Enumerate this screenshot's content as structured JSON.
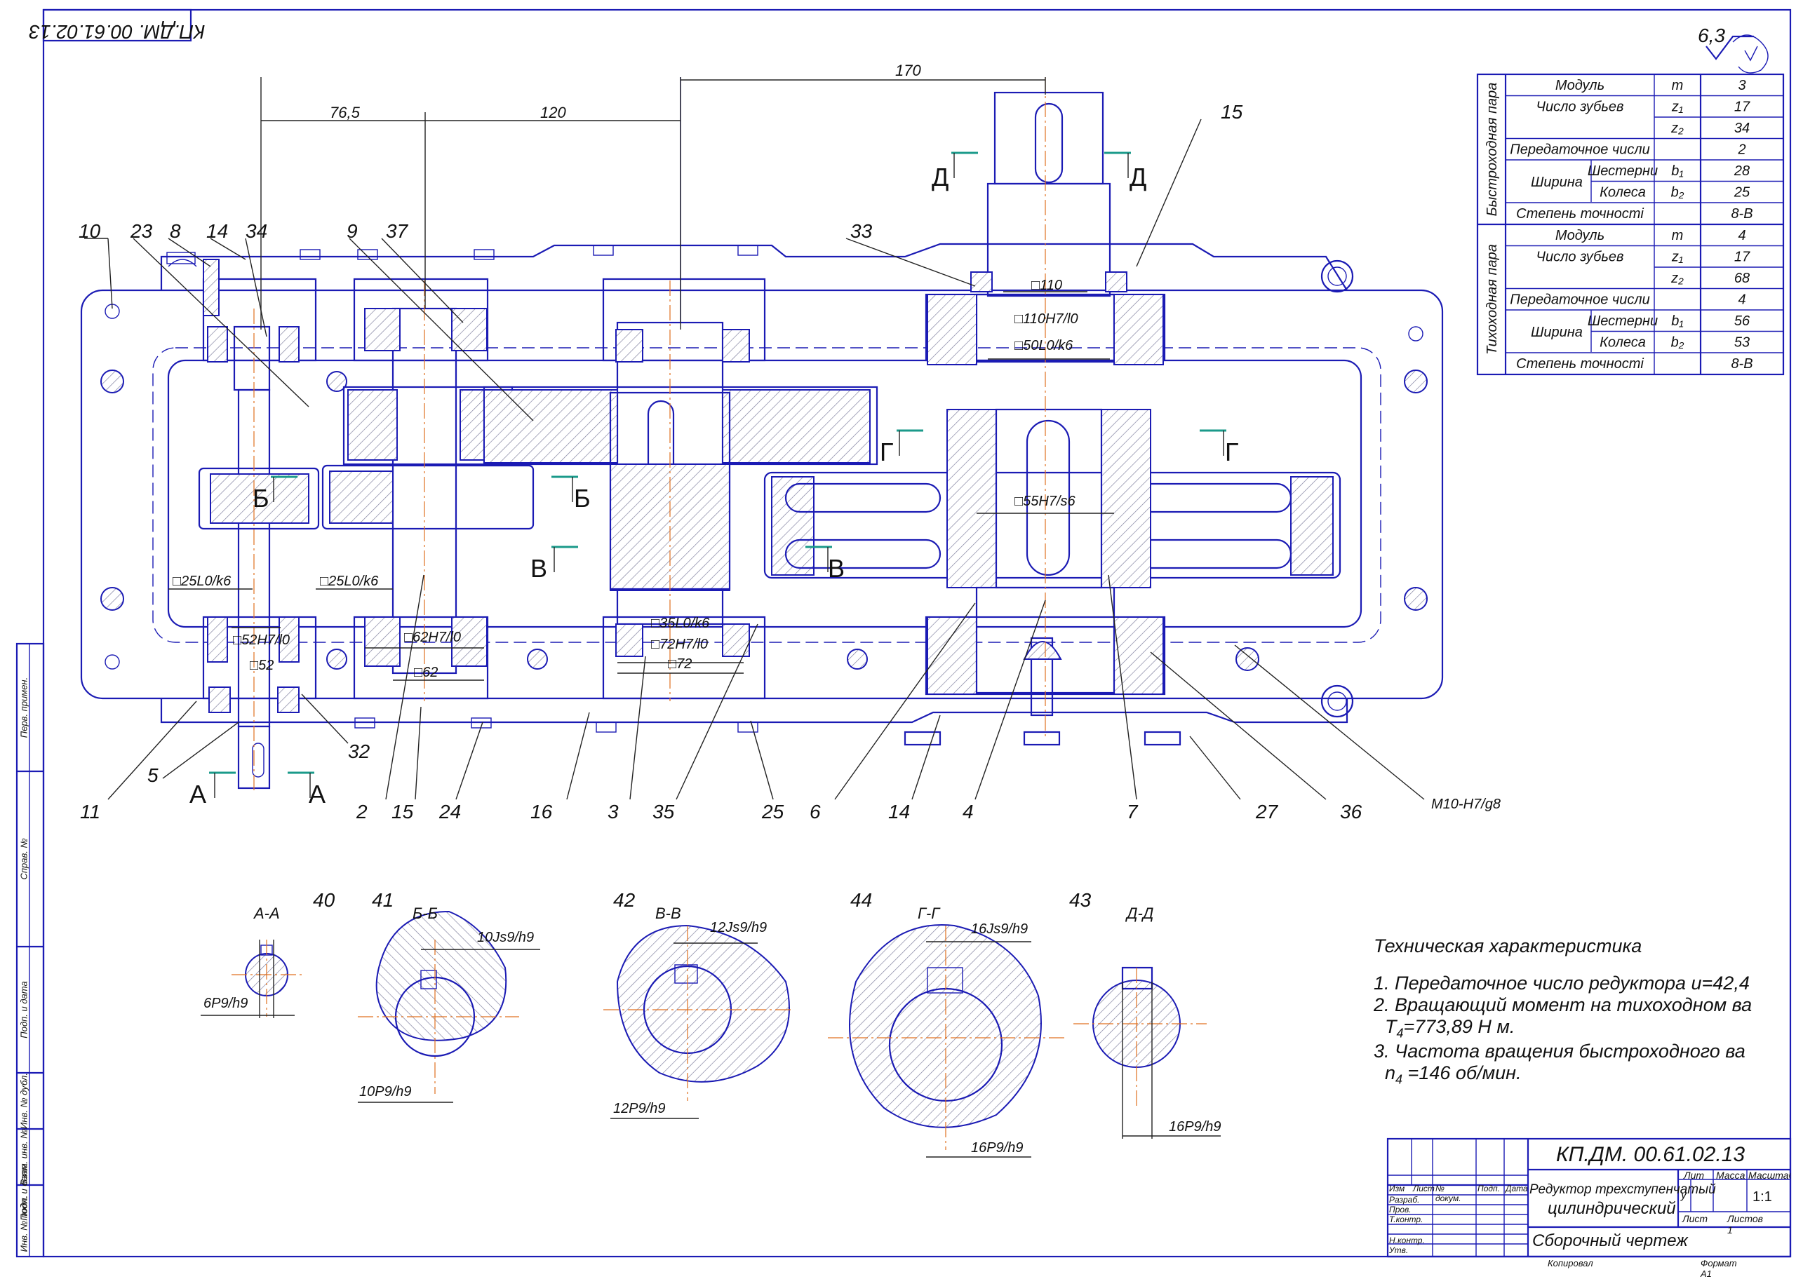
{
  "doc_code": "КП.ДМ. 00.61.02.13",
  "doc_code_rotated": "КП.ДМ. 00.61.02.13",
  "roughness": "6,3",
  "dimensions": {
    "top_170": "170",
    "top_76": "76,5",
    "top_120": "120",
    "d110": "□110",
    "d110h7": "□110Н7/l0",
    "d50": "□50L0/k6",
    "d55": "□55Н7/s6",
    "d25a": "□25L0/k6",
    "d25b": "□25L0/k6",
    "d52h7": "□52Н7/l0",
    "d52": "□52",
    "d62h7": "□62Н7/l0",
    "d62": "□62",
    "d35": "□35L0/k6",
    "d72h7": "□72Н7/l0",
    "d72": "□72",
    "m10": "М10-Н7/g8"
  },
  "section_marks": {
    "a": "А",
    "b": "Б",
    "v": "В",
    "g": "Г",
    "d": "Д"
  },
  "part_numbers": {
    "p10": "10",
    "p23": "23",
    "p8": "8",
    "p14a": "14",
    "p34": "34",
    "p9": "9",
    "p37": "37",
    "p33": "33",
    "p15a": "15",
    "p11": "11",
    "p5": "5",
    "p32": "32",
    "p2": "2",
    "p15b": "15",
    "p24": "24",
    "p16": "16",
    "p3": "3",
    "p35": "35",
    "p25": "25",
    "p6": "6",
    "p14b": "14",
    "p4": "4",
    "p7": "7",
    "p27": "27",
    "p36": "36"
  },
  "sections": [
    {
      "num": "40",
      "title": "А-А",
      "fit_top": "",
      "fit_bottom": "6Р9/h9"
    },
    {
      "num": "41",
      "title": "Б-Б",
      "fit_top": "10Js9/h9",
      "fit_bottom": "10Р9/h9"
    },
    {
      "num": "42",
      "title": "В-В",
      "fit_top": "12Js9/h9",
      "fit_bottom": "12Р9/h9"
    },
    {
      "num": "44",
      "title": "Г-Г",
      "fit_top": "16Js9/h9",
      "fit_bottom": "16Р9/h9"
    },
    {
      "num": "43",
      "title": "Д-Д",
      "fit_top": "",
      "fit_bottom": "16Р9/h9"
    }
  ],
  "gear_table": {
    "fast_group": "Быстроходная пара",
    "slow_group": "Тихоходная пара",
    "fast_rows": [
      {
        "param": "Модуль",
        "sym": "m",
        "val": "3"
      },
      {
        "param": "Число зубьев",
        "sym": "z₁",
        "val": "17"
      },
      {
        "param": "",
        "sym": "z₂",
        "val": "34"
      },
      {
        "param": "Передаточное числи",
        "sym": "",
        "val": "2"
      },
      {
        "param": "Шестерни",
        "sym": "b₁",
        "val": "28"
      },
      {
        "param": "Колеса",
        "sym": "b₂",
        "val": "25"
      },
      {
        "param": "Степень точності",
        "sym": "",
        "val": "8-В"
      }
    ],
    "slow_rows": [
      {
        "param": "Модуль",
        "sym": "m",
        "val": "4"
      },
      {
        "param": "Число зубьев",
        "sym": "z₁",
        "val": "17"
      },
      {
        "param": "",
        "sym": "z₂",
        "val": "68"
      },
      {
        "param": "Передаточное числи",
        "sym": "",
        "val": "4"
      },
      {
        "param": "Шестерни",
        "sym": "b₁",
        "val": "56"
      },
      {
        "param": "Колеса",
        "sym": "b₂",
        "val": "53"
      },
      {
        "param": "Степень точності",
        "sym": "",
        "val": "8-В"
      }
    ],
    "width_label": "Ширина"
  },
  "tech": {
    "title": "Техническая характеристика",
    "l1": "1. Передаточное число редуктора u=42,4",
    "l2": "2. Вращающий момент на тихоходном ва",
    "l2b": "T",
    "l2b_sub": "4",
    "l2b_rest": "=773,89 Н м.",
    "l3": "3. Частота вращения быстроходного ва",
    "l3b": "n",
    "l3b_sub": "4",
    "l3b_rest": " =146 об/мин."
  },
  "stamp": {
    "code": "КП.ДМ. 00.61.02.13",
    "name1": "Редуктор трехступенчатый",
    "name2": "цилиндрический",
    "doc_type": "Сборочный чертеж",
    "lit": "Лит",
    "mass": "Масса",
    "scale_h": "Масштаб",
    "lit_val": "у",
    "scale": "1:1",
    "sheet": "Лист",
    "sheets": "Листов 1",
    "izm": "Изм",
    "list": "Лист",
    "ndoc": "№ докум.",
    "podp": "Подп.",
    "data": "Дата",
    "razrab": "Разраб.",
    "prov": "Пров.",
    "tkontr": "Т.контр.",
    "nkontr": "Н.контр.",
    "utv": "Утв.",
    "kopir": "Копировал",
    "format": "Формат А1"
  },
  "side_strip": [
    "Перв. примен.",
    "Справ. №",
    "Подп. и дата",
    "Инв. № дубл.",
    "Взам. инв. №",
    "Подп. и дата",
    "Инв. № подл."
  ]
}
